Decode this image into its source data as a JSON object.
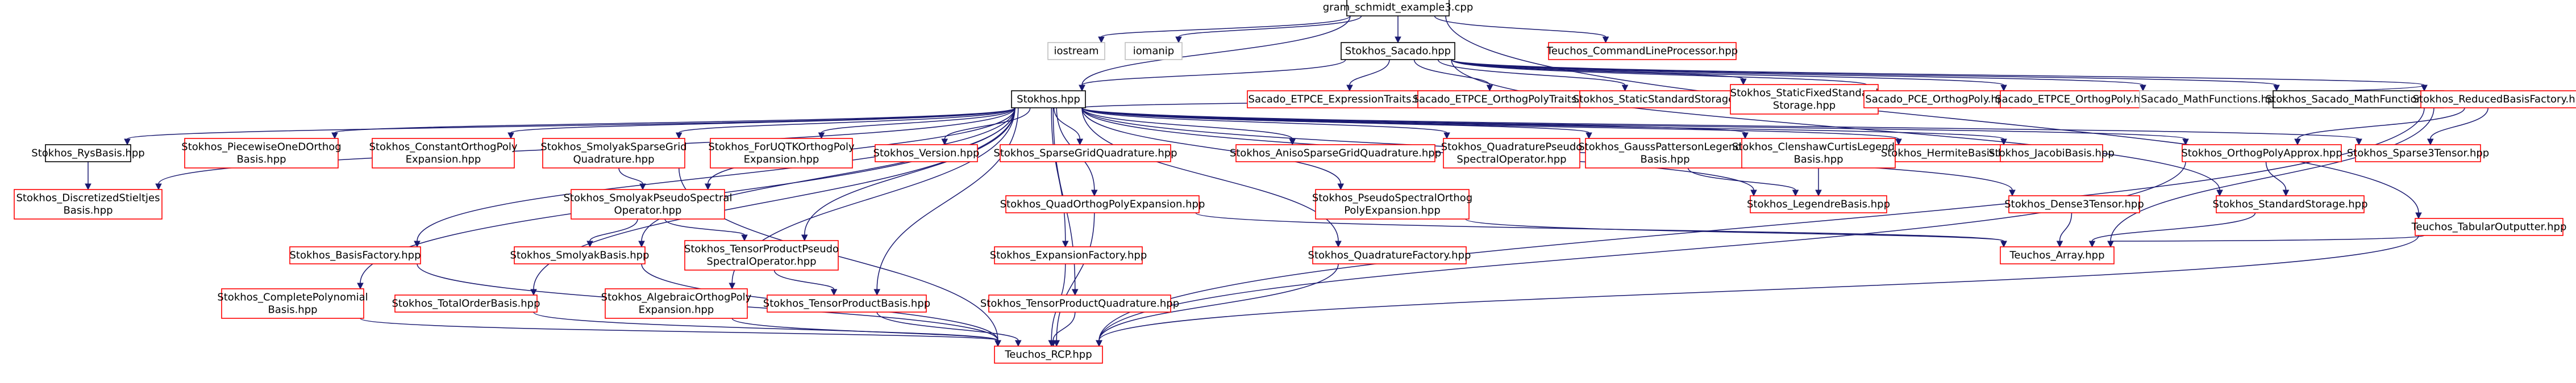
{
  "colors": {
    "node_border_linked": "#ff0000",
    "node_border_plain": "#bfbfbf",
    "node_border_root": "#000000",
    "root_fill": "#bfbfbf",
    "edge": "#191970"
  },
  "graph": {
    "nodes": [
      {
        "id": "root",
        "type": "root",
        "label": [
          "gram_schmidt_example3.cpp"
        ]
      },
      {
        "id": "iostream",
        "type": "plain",
        "label": [
          "iostream"
        ]
      },
      {
        "id": "iomanip",
        "type": "plain",
        "label": [
          "iomanip"
        ]
      },
      {
        "id": "sacado",
        "type": "root_like",
        "label": [
          "Stokhos_Sacado.hpp"
        ]
      },
      {
        "id": "cmdline",
        "type": "linked",
        "label": [
          "Teuchos_CommandLineProcessor.hpp"
        ]
      },
      {
        "id": "stokhos",
        "type": "root_like",
        "label": [
          "Stokhos.hpp"
        ]
      },
      {
        "id": "etpce_traits",
        "type": "linked",
        "label": [
          "Sacado_ETPCE_ExpressionTraits.hpp"
        ]
      },
      {
        "id": "etpce_orthtraits",
        "type": "linked",
        "label": [
          "Sacado_ETPCE_OrthogPolyTraits.hpp"
        ]
      },
      {
        "id": "static_std_storage",
        "type": "linked",
        "label": [
          "Stokhos_StaticStandardStorage.hpp"
        ]
      },
      {
        "id": "static_fixed_storage",
        "type": "linked",
        "label": [
          "Stokhos_StaticFixedStandard",
          "Storage.hpp"
        ]
      },
      {
        "id": "pce_orthog",
        "type": "linked",
        "label": [
          "Sacado_PCE_OrthogPoly.hpp"
        ]
      },
      {
        "id": "etpce_orthog",
        "type": "linked",
        "label": [
          "Sacado_ETPCE_OrthogPoly.hpp"
        ]
      },
      {
        "id": "sacado_math",
        "type": "plain",
        "label": [
          "Sacado_MathFunctions.hpp"
        ]
      },
      {
        "id": "stokhos_sacado_math",
        "type": "plain_dark",
        "label": [
          "Stokhos_Sacado_MathFunctions.hpp"
        ]
      },
      {
        "id": "reduced_basis",
        "type": "linked",
        "label": [
          "Stokhos_ReducedBasisFactory.hpp"
        ]
      },
      {
        "id": "rys",
        "type": "root_like",
        "label": [
          "Stokhos_RysBasis.hpp"
        ]
      },
      {
        "id": "piecewise",
        "type": "linked",
        "label": [
          "Stokhos_PiecewiseOneDOrthog",
          "Basis.hpp"
        ]
      },
      {
        "id": "const_orthog",
        "type": "linked",
        "label": [
          "Stokhos_ConstantOrthogPoly",
          "Expansion.hpp"
        ]
      },
      {
        "id": "smolyak_grid",
        "type": "linked",
        "label": [
          "Stokhos_SmolyakSparseGrid",
          "Quadrature.hpp"
        ]
      },
      {
        "id": "forutk",
        "type": "linked",
        "label": [
          "Stokhos_ForUQTKOrthogPoly",
          "Expansion.hpp"
        ]
      },
      {
        "id": "version",
        "type": "linked",
        "label": [
          "Stokhos_Version.hpp"
        ]
      },
      {
        "id": "sparse_grid_quad",
        "type": "linked",
        "label": [
          "Stokhos_SparseGridQuadrature.hpp"
        ]
      },
      {
        "id": "aniso_quad",
        "type": "linked",
        "label": [
          "Stokhos_AnisoSparseGridQuadrature.hpp"
        ]
      },
      {
        "id": "quad_pseudo",
        "type": "linked",
        "label": [
          "Stokhos_QuadraturePseudo",
          "SpectralOperator.hpp"
        ]
      },
      {
        "id": "gauss_patterson",
        "type": "linked",
        "label": [
          "Stokhos_GaussPattersonLegendre",
          "Basis.hpp"
        ]
      },
      {
        "id": "clenshaw",
        "type": "linked",
        "label": [
          "Stokhos_ClenshawCurtisLegendre",
          "Basis.hpp"
        ]
      },
      {
        "id": "hermite",
        "type": "linked",
        "label": [
          "Stokhos_HermiteBasis.hpp"
        ]
      },
      {
        "id": "jacobi",
        "type": "linked",
        "label": [
          "Stokhos_JacobiBasis.hpp"
        ]
      },
      {
        "id": "orthog_approx",
        "type": "linked",
        "label": [
          "Stokhos_OrthogPolyApprox.hpp"
        ]
      },
      {
        "id": "sparse3",
        "type": "linked",
        "label": [
          "Stokhos_Sparse3Tensor.hpp"
        ]
      },
      {
        "id": "discretized_stieltjes",
        "type": "linked",
        "label": [
          "Stokhos_DiscretizedStieltjes",
          "Basis.hpp"
        ]
      },
      {
        "id": "smolyak_pseudo",
        "type": "linked",
        "label": [
          "Stokhos_SmolyakPseudoSpectral",
          "Operator.hpp"
        ]
      },
      {
        "id": "quad_orthog_exp",
        "type": "linked",
        "label": [
          "Stokhos_QuadOrthogPolyExpansion.hpp"
        ]
      },
      {
        "id": "pseudo_spectral_exp",
        "type": "linked",
        "label": [
          "Stokhos_PseudoSpectralOrthog",
          "PolyExpansion.hpp"
        ]
      },
      {
        "id": "legendre",
        "type": "linked",
        "label": [
          "Stokhos_LegendreBasis.hpp"
        ]
      },
      {
        "id": "dense3",
        "type": "linked",
        "label": [
          "Stokhos_Dense3Tensor.hpp"
        ]
      },
      {
        "id": "standard_storage",
        "type": "linked",
        "label": [
          "Stokhos_StandardStorage.hpp"
        ]
      },
      {
        "id": "tabular",
        "type": "linked",
        "label": [
          "Teuchos_TabularOutputter.hpp"
        ]
      },
      {
        "id": "basis_factory",
        "type": "linked",
        "label": [
          "Stokhos_BasisFactory.hpp"
        ]
      },
      {
        "id": "smolyak_basis",
        "type": "linked",
        "label": [
          "Stokhos_SmolyakBasis.hpp"
        ]
      },
      {
        "id": "tensor_pseudo",
        "type": "linked",
        "label": [
          "Stokhos_TensorProductPseudo",
          "SpectralOperator.hpp"
        ]
      },
      {
        "id": "expansion_factory",
        "type": "linked",
        "label": [
          "Stokhos_ExpansionFactory.hpp"
        ]
      },
      {
        "id": "quad_factory",
        "type": "linked",
        "label": [
          "Stokhos_QuadratureFactory.hpp"
        ]
      },
      {
        "id": "array",
        "type": "linked",
        "label": [
          "Teuchos_Array.hpp"
        ]
      },
      {
        "id": "complete_poly",
        "type": "linked",
        "label": [
          "Stokhos_CompletePolynomial",
          "Basis.hpp"
        ]
      },
      {
        "id": "total_order",
        "type": "linked",
        "label": [
          "Stokhos_TotalOrderBasis.hpp"
        ]
      },
      {
        "id": "algebraic",
        "type": "linked",
        "label": [
          "Stokhos_AlgebraicOrthogPoly",
          "Expansion.hpp"
        ]
      },
      {
        "id": "tensor_basis",
        "type": "linked",
        "label": [
          "Stokhos_TensorProductBasis.hpp"
        ]
      },
      {
        "id": "tensor_quad",
        "type": "linked",
        "label": [
          "Stokhos_TensorProductQuadrature.hpp"
        ]
      },
      {
        "id": "rcp",
        "type": "linked",
        "label": [
          "Teuchos_RCP.hpp"
        ]
      }
    ],
    "edges": [
      [
        "root",
        "iostream"
      ],
      [
        "root",
        "iomanip"
      ],
      [
        "root",
        "sacado"
      ],
      [
        "root",
        "cmdline"
      ],
      [
        "root",
        "stokhos"
      ],
      [
        "root",
        "tabular"
      ],
      [
        "sacado",
        "stokhos"
      ],
      [
        "sacado",
        "etpce_traits"
      ],
      [
        "sacado",
        "etpce_orthtraits"
      ],
      [
        "sacado",
        "static_std_storage"
      ],
      [
        "sacado",
        "static_fixed_storage"
      ],
      [
        "sacado",
        "pce_orthog"
      ],
      [
        "sacado",
        "etpce_orthog"
      ],
      [
        "sacado",
        "sacado_math"
      ],
      [
        "sacado",
        "stokhos_sacado_math"
      ],
      [
        "sacado",
        "reduced_basis"
      ],
      [
        "sacado",
        "standard_storage"
      ],
      [
        "stokhos",
        "rys"
      ],
      [
        "stokhos",
        "piecewise"
      ],
      [
        "stokhos",
        "const_orthog"
      ],
      [
        "stokhos",
        "smolyak_grid"
      ],
      [
        "stokhos",
        "forutk"
      ],
      [
        "stokhos",
        "version"
      ],
      [
        "stokhos",
        "sparse_grid_quad"
      ],
      [
        "stokhos",
        "aniso_quad"
      ],
      [
        "stokhos",
        "quad_pseudo"
      ],
      [
        "stokhos",
        "gauss_patterson"
      ],
      [
        "stokhos",
        "clenshaw"
      ],
      [
        "stokhos",
        "hermite"
      ],
      [
        "stokhos",
        "jacobi"
      ],
      [
        "stokhos",
        "orthog_approx"
      ],
      [
        "stokhos",
        "sparse3"
      ],
      [
        "stokhos",
        "discretized_stieltjes"
      ],
      [
        "stokhos",
        "smolyak_pseudo"
      ],
      [
        "stokhos",
        "quad_orthog_exp"
      ],
      [
        "stokhos",
        "pseudo_spectral_exp"
      ],
      [
        "stokhos",
        "basis_factory"
      ],
      [
        "stokhos",
        "smolyak_basis"
      ],
      [
        "stokhos",
        "tensor_pseudo"
      ],
      [
        "stokhos",
        "expansion_factory"
      ],
      [
        "stokhos",
        "quad_factory"
      ],
      [
        "stokhos",
        "complete_poly"
      ],
      [
        "stokhos",
        "total_order"
      ],
      [
        "stokhos",
        "algebraic"
      ],
      [
        "stokhos",
        "tensor_basis"
      ],
      [
        "stokhos",
        "tensor_quad"
      ],
      [
        "stokhos",
        "legendre"
      ],
      [
        "stokhos",
        "dense3"
      ],
      [
        "stokhos",
        "reduced_basis"
      ],
      [
        "rys",
        "discretized_stieltjes"
      ],
      [
        "smolyak_grid",
        "smolyak_pseudo"
      ],
      [
        "smolyak_grid",
        "rcp"
      ],
      [
        "smolyak_pseudo",
        "smolyak_basis"
      ],
      [
        "smolyak_pseudo",
        "tensor_pseudo"
      ],
      [
        "gauss_patterson",
        "legendre"
      ],
      [
        "clenshaw",
        "legendre"
      ],
      [
        "pseudo_spectral_exp",
        "array"
      ],
      [
        "quad_orthog_exp",
        "array"
      ],
      [
        "quad_orthog_exp",
        "rcp"
      ],
      [
        "orthog_approx",
        "standard_storage"
      ],
      [
        "orthog_approx",
        "rcp"
      ],
      [
        "reduced_basis",
        "orthog_approx"
      ],
      [
        "reduced_basis",
        "sparse3"
      ],
      [
        "reduced_basis",
        "array"
      ],
      [
        "reduced_basis",
        "rcp"
      ],
      [
        "standard_storage",
        "array"
      ],
      [
        "dense3",
        "array"
      ],
      [
        "tabular",
        "array"
      ],
      [
        "tabular",
        "rcp"
      ],
      [
        "basis_factory",
        "rcp"
      ],
      [
        "tensor_pseudo",
        "tensor_basis"
      ],
      [
        "tensor_basis",
        "rcp"
      ],
      [
        "expansion_factory",
        "rcp"
      ],
      [
        "quad_factory",
        "rcp"
      ],
      [
        "tensor_quad",
        "rcp"
      ],
      [
        "complete_poly",
        "rcp"
      ],
      [
        "total_order",
        "rcp"
      ],
      [
        "algebraic",
        "rcp"
      ],
      [
        "smolyak_basis",
        "rcp"
      ]
    ]
  }
}
